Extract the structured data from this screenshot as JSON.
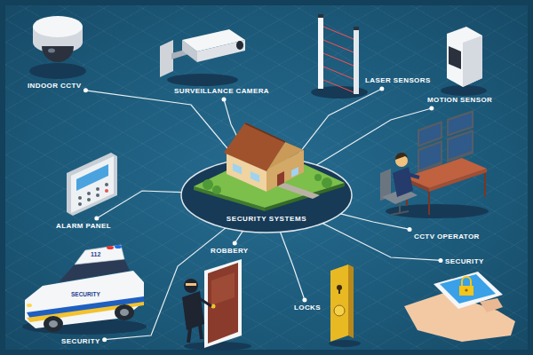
{
  "diagram": {
    "nodes": [
      {
        "text": [
          "INDOOR CCTV"
        ]
      },
      {
        "text": [
          "SURVEILLANCE CAMERA"
        ]
      },
      {
        "text": [
          "LASER SENSORS"
        ]
      },
      {
        "text": [
          "MOTION SENSOR"
        ]
      },
      {
        "text": [
          "ALARM PANEL"
        ]
      },
      {
        "text": [
          "SECURITY SYSTEMS"
        ]
      },
      {
        "text": [
          "CCTV OPERATOR"
        ]
      },
      {
        "text": [
          "SECURITY"
        ]
      },
      {
        "text": [
          "ROBBERY"
        ]
      },
      {
        "text": [
          "LOCKS"
        ]
      },
      {
        "text": [
          "SECURITY"
        ]
      }
    ],
    "edges": [
      {
        "from": 5,
        "to": 0,
        "arrow": "none"
      },
      {
        "from": 5,
        "to": 1,
        "arrow": "none"
      },
      {
        "from": 5,
        "to": 2,
        "arrow": "none"
      },
      {
        "from": 5,
        "to": 3,
        "arrow": "none"
      },
      {
        "from": 5,
        "to": 4,
        "arrow": "none"
      },
      {
        "from": 5,
        "to": 6,
        "arrow": "none"
      },
      {
        "from": 5,
        "to": 7,
        "arrow": "none"
      },
      {
        "from": 5,
        "to": 8,
        "arrow": "none"
      },
      {
        "from": 5,
        "to": 9,
        "arrow": "none"
      },
      {
        "from": 5,
        "to": 10,
        "arrow": "none"
      }
    ],
    "labels": [
      "112",
      "SECURITY"
    ]
  }
}
